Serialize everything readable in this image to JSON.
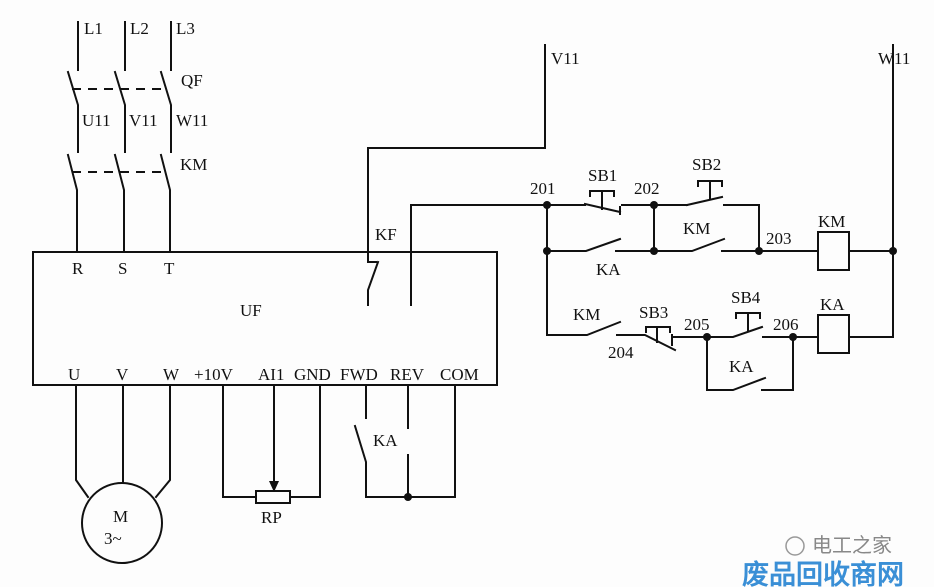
{
  "power": {
    "lines": [
      "L1",
      "L2",
      "L3"
    ],
    "breaker": "QF",
    "mid": [
      "U11",
      "V11",
      "W11"
    ],
    "contactor": "KM"
  },
  "inverter": {
    "name": "UF",
    "inputs": [
      "R",
      "S",
      "T"
    ],
    "fault_relay": "KF",
    "terminals": [
      "U",
      "V",
      "W",
      "+10V",
      "AI1",
      "GND",
      "FWD",
      "REV",
      "COM"
    ]
  },
  "motor": {
    "label": "M",
    "phase": "3~"
  },
  "pot": "RP",
  "fwd_contact": "KA",
  "control": {
    "supply": [
      "V11",
      "W11"
    ],
    "nodes": [
      "201",
      "202",
      "203",
      "204",
      "205",
      "206"
    ],
    "buttons": [
      "SB1",
      "SB2",
      "SB3",
      "SB4"
    ],
    "contacts": {
      "ka1": "KA",
      "km1": "KM",
      "km2": "KM",
      "ka2": "KA"
    },
    "coils": [
      "KM",
      "KA"
    ]
  },
  "watermark": {
    "account": "电工之家",
    "site": "废品回收商网"
  }
}
